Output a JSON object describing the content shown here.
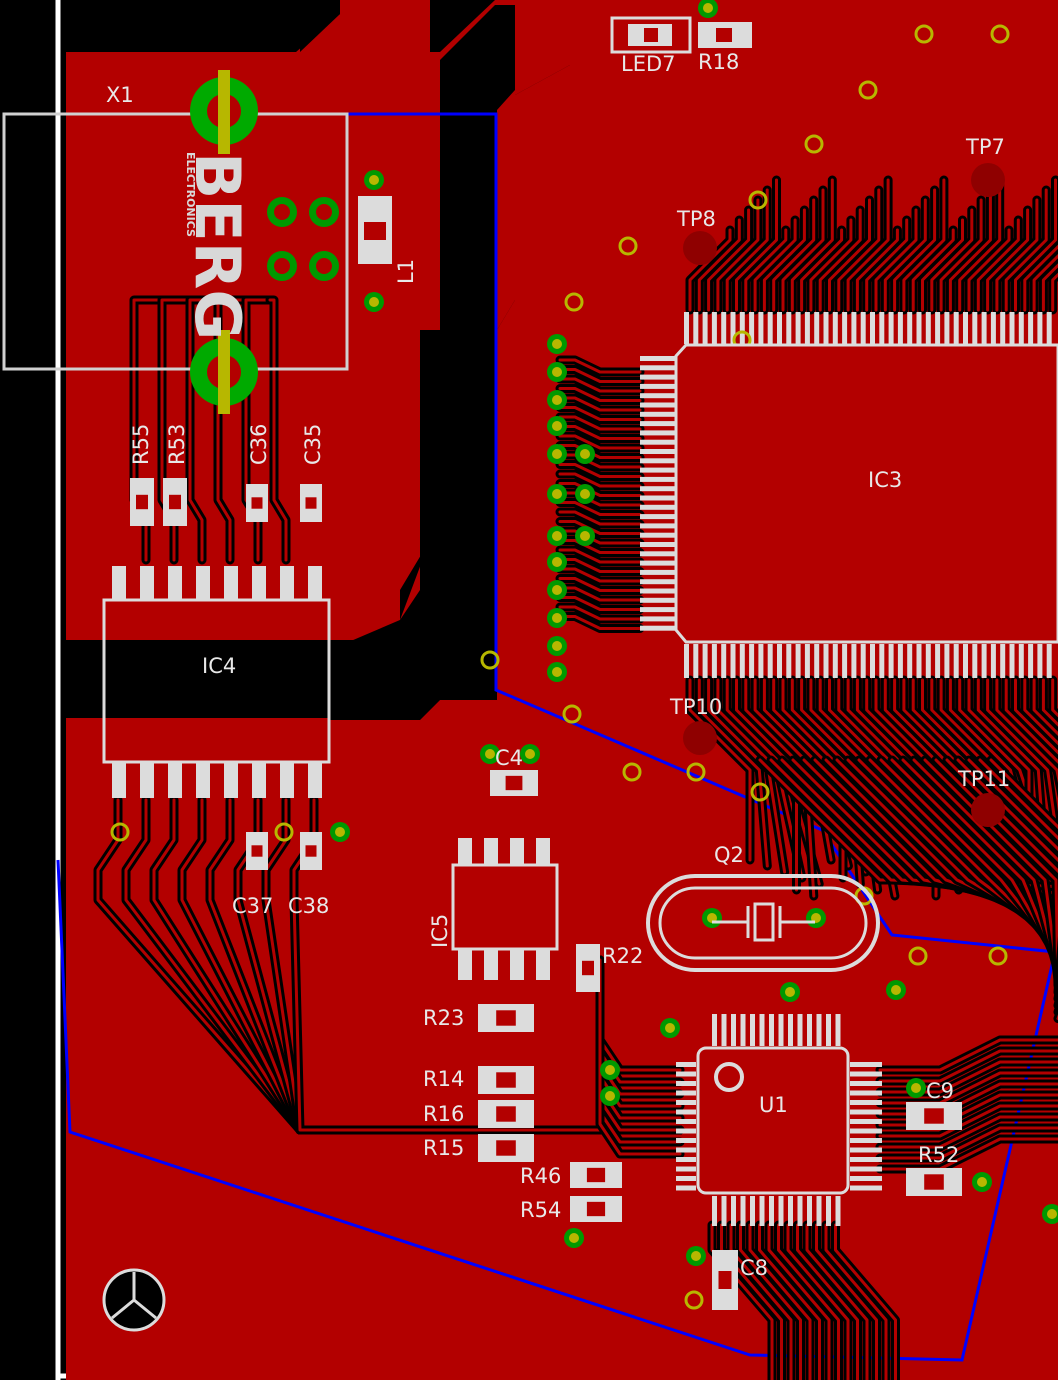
{
  "colors": {
    "background": "#000000",
    "copper": "#b30000",
    "trace_dark": "#8f0000",
    "silkscreen": "#dcdcdc",
    "outline": "#0000ff",
    "via_ring": "#009900",
    "via_fill": "#b7b700",
    "board_edge": "#ffffff"
  },
  "logo": {
    "main": "BERG",
    "sub": "ELECTRONICS"
  },
  "labels": {
    "X1": "X1",
    "LED7": "LED7",
    "R18": "R18",
    "TP7": "TP7",
    "TP8": "TP8",
    "L1": "L1",
    "R55": "R55",
    "R53": "R53",
    "C36": "C36",
    "C35": "C35",
    "IC3": "IC3",
    "IC4": "IC4",
    "TP10": "TP10",
    "TP11": "TP11",
    "C4": "C4",
    "Q2": "Q2",
    "C37": "C37",
    "C38": "C38",
    "IC5": "IC5",
    "R22": "R22",
    "R23": "R23",
    "R14": "R14",
    "R16": "R16",
    "R15": "R15",
    "U1": "U1",
    "C9": "C9",
    "R52": "R52",
    "R46": "R46",
    "R54": "R54",
    "C8": "C8"
  }
}
